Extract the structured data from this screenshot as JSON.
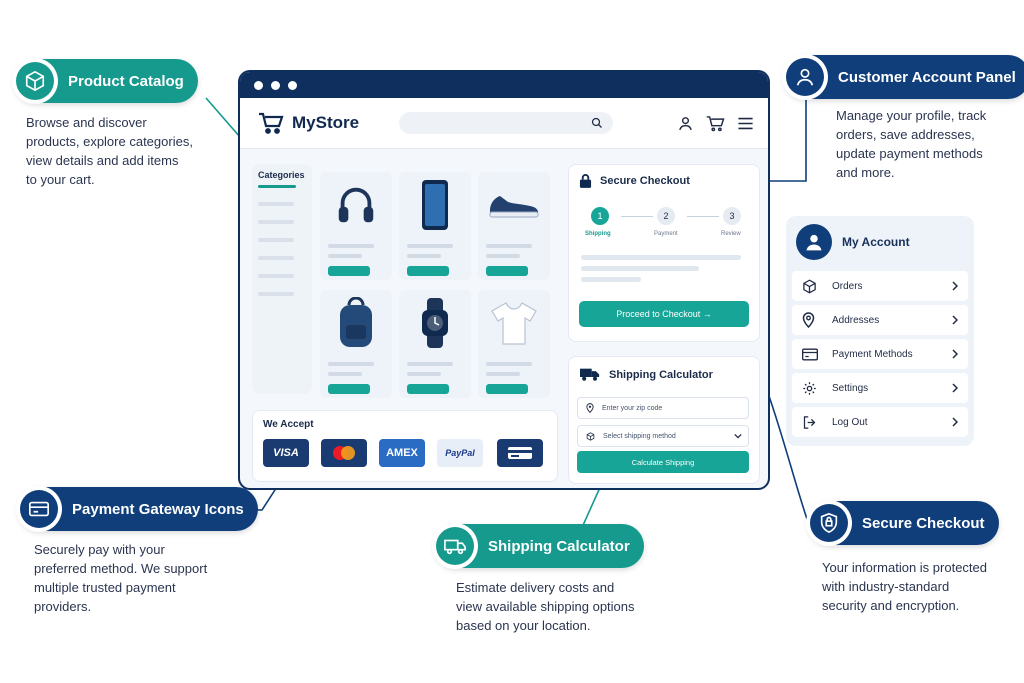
{
  "colors": {
    "teal": "#159a8d",
    "navy": "#0f3e7a",
    "dark_navy": "#0f2f5e",
    "button_teal": "#16a596"
  },
  "callouts": {
    "product_catalog": {
      "title": "Product Catalog",
      "icon": "box-icon",
      "lines": [
        "Browse and discover",
        "products, explore categories,",
        "view details and add items",
        "to your cart."
      ]
    },
    "customer_account": {
      "title": "Customer Account Panel",
      "icon": "user-icon",
      "lines": [
        "Manage your profile, track",
        "orders, save addresses,",
        "update payment methods",
        "and more."
      ]
    },
    "payment_gateway": {
      "title": "Payment Gateway Icons",
      "icon": "credit-card-icon",
      "lines": [
        "Securely pay with your",
        "preferred method. We support",
        "multiple trusted payment",
        "providers."
      ]
    },
    "shipping_calculator": {
      "title": "Shipping Calculator",
      "icon": "truck-icon",
      "lines": [
        "Estimate delivery costs and",
        "view available shipping options",
        "based on your location."
      ]
    },
    "secure_checkout": {
      "title": "Secure Checkout",
      "icon": "shield-icon",
      "lines": [
        "Your information is protected",
        "with industry-standard",
        "security and encryption."
      ]
    }
  },
  "store": {
    "name": "MyStore",
    "categories_title": "Categories",
    "products": [
      {
        "icon": "headphones-icon"
      },
      {
        "icon": "smartphone-icon"
      },
      {
        "icon": "sneaker-icon"
      },
      {
        "icon": "backpack-icon"
      },
      {
        "icon": "smartwatch-icon"
      },
      {
        "icon": "tshirt-icon"
      }
    ],
    "we_accept": {
      "title": "We Accept",
      "methods": [
        "VISA",
        "",
        "AMEX",
        "PayPal",
        ""
      ]
    },
    "checkout": {
      "title": "Secure Checkout",
      "steps": [
        {
          "num": "1",
          "label": "Shipping"
        },
        {
          "num": "2",
          "label": "Payment"
        },
        {
          "num": "3",
          "label": "Review"
        }
      ],
      "button": "Proceed to Checkout →"
    },
    "shipping_calc": {
      "title": "Shipping Calculator",
      "zip_placeholder": "Enter your zip code",
      "method_placeholder": "Select shipping method",
      "button": "Calculate Shipping"
    }
  },
  "account": {
    "title": "My Account",
    "items": [
      {
        "label": "Orders",
        "icon": "box-icon"
      },
      {
        "label": "Addresses",
        "icon": "location-pin-icon"
      },
      {
        "label": "Payment Methods",
        "icon": "credit-card-icon"
      },
      {
        "label": "Settings",
        "icon": "gear-icon"
      },
      {
        "label": "Log Out",
        "icon": "logout-icon"
      }
    ]
  }
}
